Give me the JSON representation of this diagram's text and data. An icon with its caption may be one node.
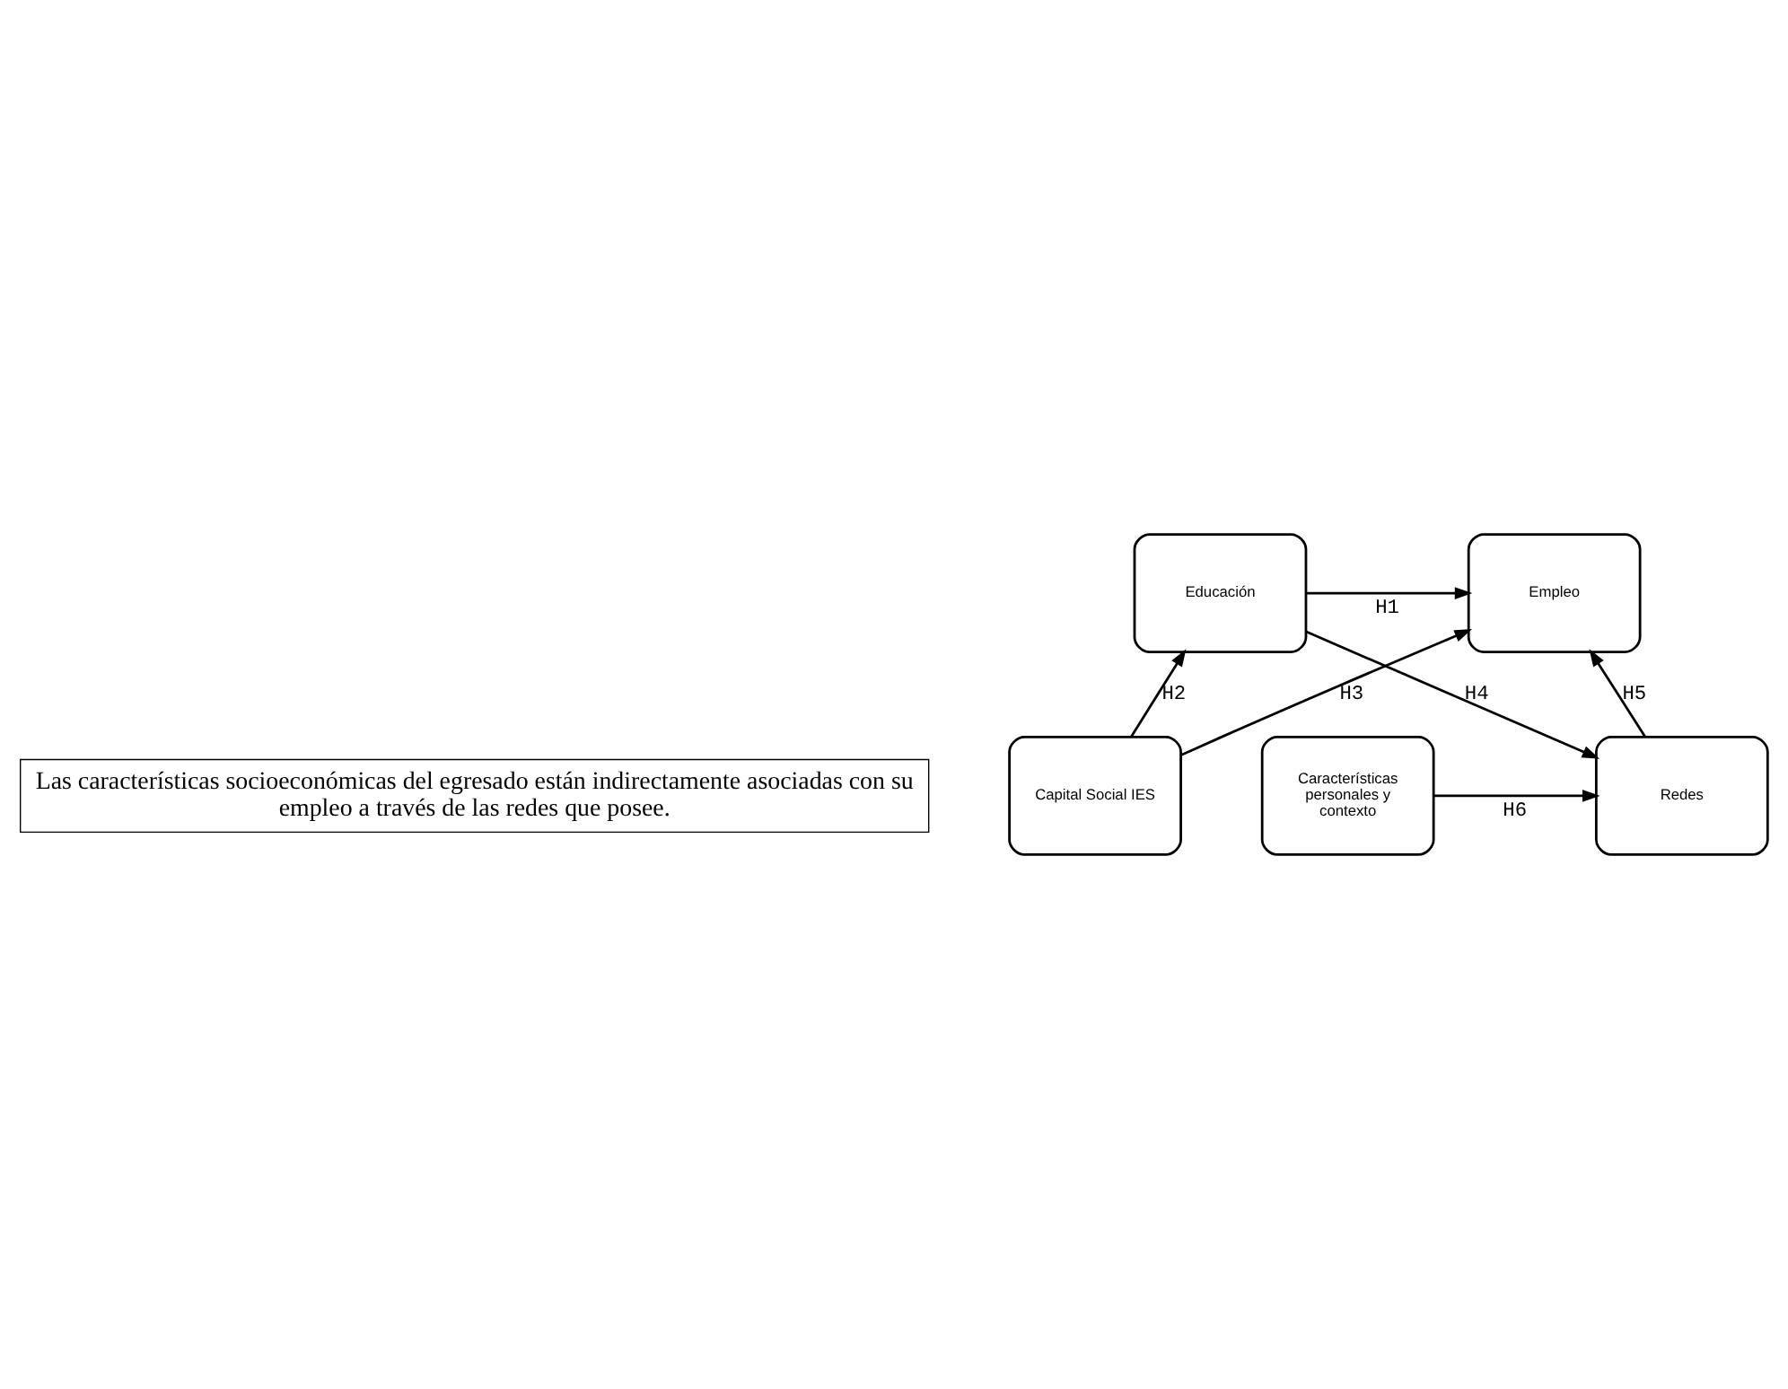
{
  "diagram": {
    "nodes": [
      {
        "text": [
          "Las características socioeconómicas del egresado están indirectamente asociadas con su empleo a través de las redes que posee."
        ]
      },
      {
        "text": [
          "Características personales y contexto"
        ]
      },
      {
        "text": [
          "Redes"
        ]
      },
      {
        "text": [
          "Educación"
        ]
      },
      {
        "text": [
          "Empleo"
        ]
      },
      {
        "text": [
          "Capital Social IES"
        ]
      }
    ],
    "edges": [
      {
        "from": 1,
        "to": 2,
        "arrow": "to",
        "label": "H6"
      },
      {
        "from": 3,
        "to": 2,
        "arrow": "to",
        "label": "H4"
      },
      {
        "from": 2,
        "to": 4,
        "arrow": "to",
        "label": "H5"
      },
      {
        "from": 3,
        "to": 4,
        "arrow": "to",
        "label": "H1"
      },
      {
        "from": 5,
        "to": 3,
        "arrow": "to",
        "label": "H2"
      },
      {
        "from": 5,
        "to": 4,
        "arrow": "to",
        "label": "H3"
      }
    ]
  }
}
